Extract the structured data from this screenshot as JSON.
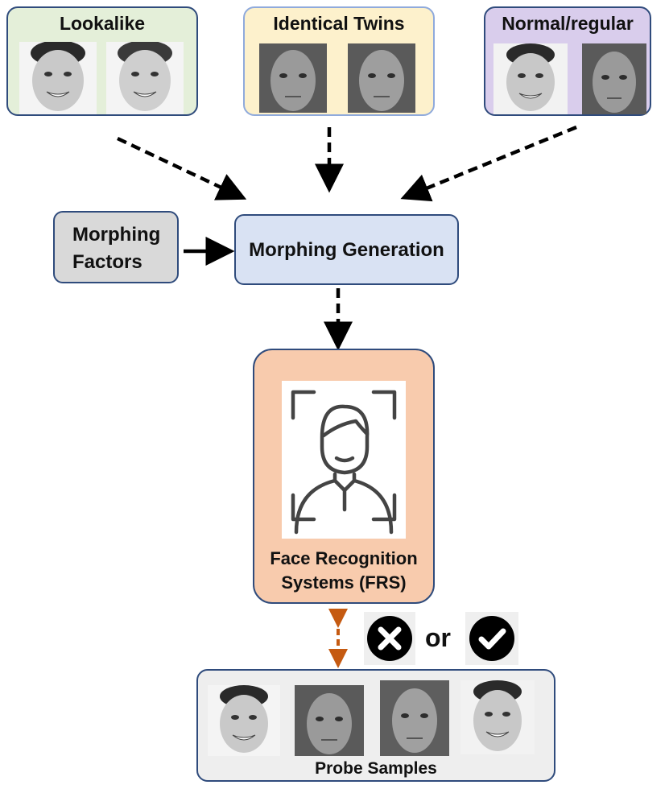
{
  "sources": [
    {
      "label": "Lookalike"
    },
    {
      "label": "Identical Twins"
    },
    {
      "label": "Normal/regular"
    }
  ],
  "factors": {
    "line1": "Morphing",
    "line2": "Factors"
  },
  "generation": {
    "label": "Morphing Generation"
  },
  "frs": {
    "line1": "Face Recognition",
    "line2": "Systems (FRS)",
    "icon": "face-scan-icon"
  },
  "decision": {
    "or_label": "or",
    "reject_icon": "x-circle-icon",
    "accept_icon": "check-circle-icon"
  },
  "probe": {
    "label": "Probe Samples"
  },
  "colors": {
    "lookalike_bg": "#e4efd9",
    "twins_bg": "#fdf1cc",
    "normal_bg": "#d9cdec",
    "factors_bg": "#d9d9d9",
    "generation_bg": "#d9e2f3",
    "frs_bg": "#f8cbad",
    "probe_bg": "#eeeeee",
    "border": "#2f4b7c",
    "arrow_orange": "#c55a11"
  }
}
